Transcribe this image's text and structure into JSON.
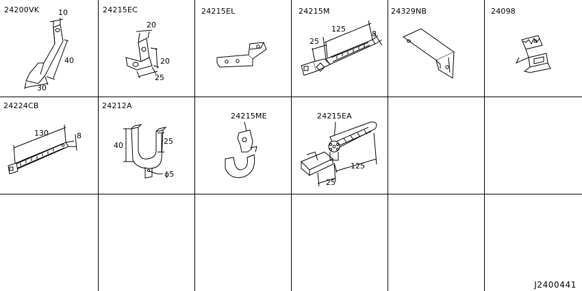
{
  "cells": [
    {
      "part": "24200VK",
      "dims": [
        "10",
        "40",
        "30"
      ]
    },
    {
      "part": "24215EC",
      "dims": [
        "20",
        "20",
        "25"
      ]
    },
    {
      "part": "24215EL",
      "dims": []
    },
    {
      "part": "24215M",
      "dims": [
        "125",
        "8",
        "25"
      ]
    },
    {
      "part": "24329NB",
      "dims": []
    },
    {
      "part": "24098",
      "dims": []
    },
    {
      "part": "24224CB",
      "dims": [
        "130",
        "8"
      ]
    },
    {
      "part": "24212A",
      "dims": [
        "40",
        "25",
        "ϕ5"
      ]
    },
    {
      "part": "24215ME",
      "dims": []
    },
    {
      "part": "24215EA",
      "dims": [
        "125",
        "25"
      ]
    }
  ],
  "reference": "J2400441",
  "colors": {
    "line": "#000000",
    "grid": "#000000",
    "background": "#ffffff"
  }
}
